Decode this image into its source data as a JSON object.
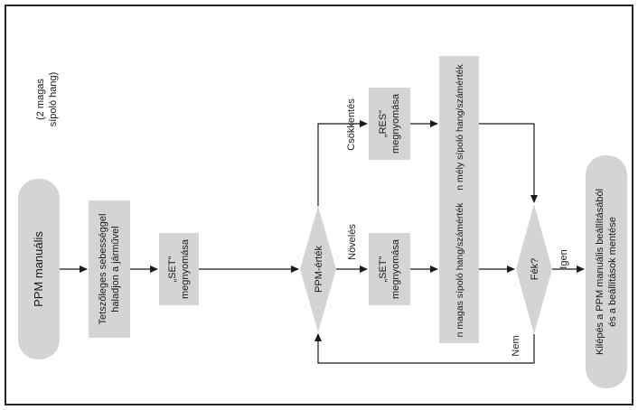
{
  "diagram": {
    "note": {
      "line1": "(2 magas",
      "line2": "sípoló hang)"
    },
    "nodes": {
      "start": "PPM manuális",
      "drive": {
        "line1": "Tetszőleges sebességgel",
        "line2": "haladjon a járművel"
      },
      "set_press_1": {
        "line1": "„SET\"",
        "line2": "megnyomása"
      },
      "decision_ppm": "PPM-érték",
      "res_press": {
        "line1": "„RES\"",
        "line2": "megnyomása"
      },
      "set_press_2": {
        "line1": "„SET\"",
        "line2": "megnyomása"
      },
      "low_beep": "n mély sípoló hang/számérték",
      "high_beep": "n magas sípoló hang/számérték",
      "decision_brake": "Fék?",
      "end": {
        "line1": "Kilépés a PPM manuális beállításából",
        "line2": "és a beállítások mentése"
      }
    },
    "edge_labels": {
      "decrease": "Csökkentés",
      "increase": "Növelés",
      "yes": "Igen",
      "no": "Nem"
    }
  },
  "colors": {
    "box_fill": "#d4d4d4",
    "line": "#1a1a1a",
    "frame": "#222222"
  }
}
